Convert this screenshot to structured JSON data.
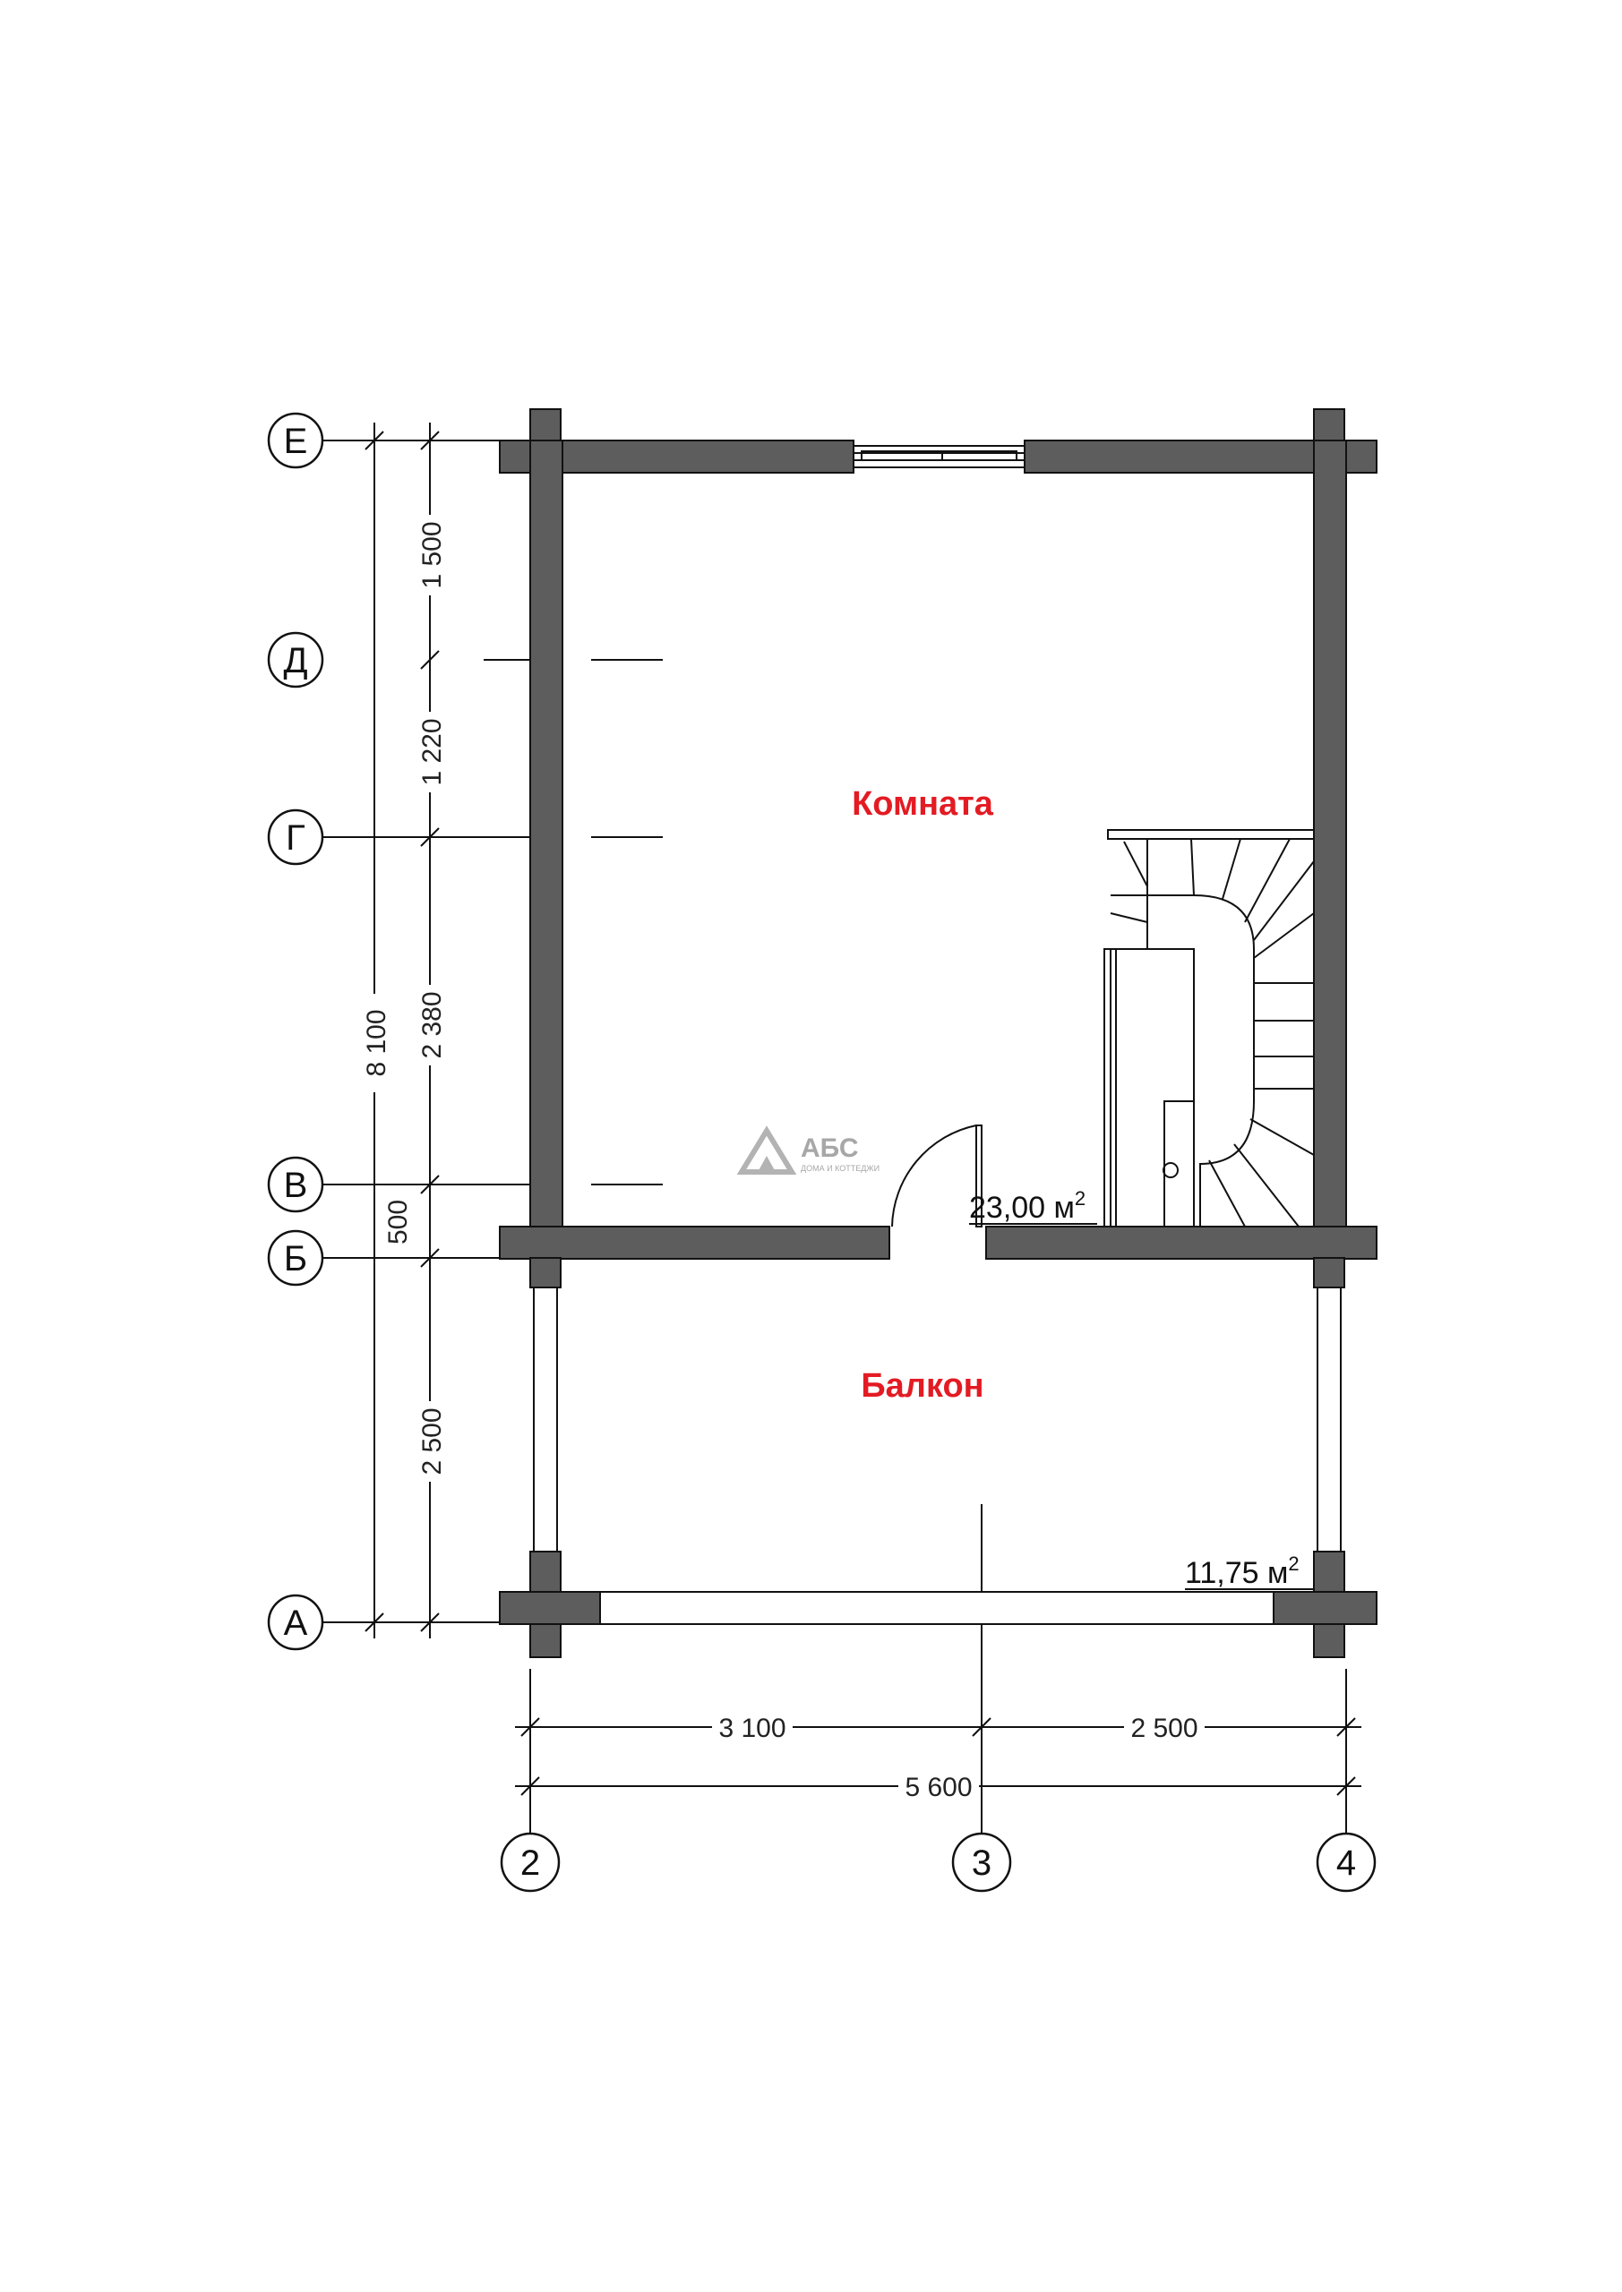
{
  "colors": {
    "wall": "#5d5d5d",
    "room_label": "#e31b23",
    "line": "#111111",
    "logo": "#9a9a9a"
  },
  "axes_rows": [
    "Е",
    "Д",
    "Г",
    "В",
    "Б",
    "А"
  ],
  "axes_cols": [
    "2",
    "3",
    "4"
  ],
  "dims_left_outer": {
    "total": "8 100"
  },
  "dims_left_inner": [
    "1 500",
    "1 220",
    "2 380",
    "500",
    "2 500"
  ],
  "dims_bottom_inner": [
    "3 100",
    "2 500"
  ],
  "dims_bottom_outer": {
    "total": "5 600"
  },
  "rooms": [
    {
      "name": "Комната",
      "area": "23,00 м",
      "sup": "2"
    },
    {
      "name": "Балкон",
      "area": "11,75 м",
      "sup": "2"
    }
  ],
  "logo": {
    "brand": "АБС",
    "tagline": "ДОМА И КОТТЕДЖИ"
  }
}
